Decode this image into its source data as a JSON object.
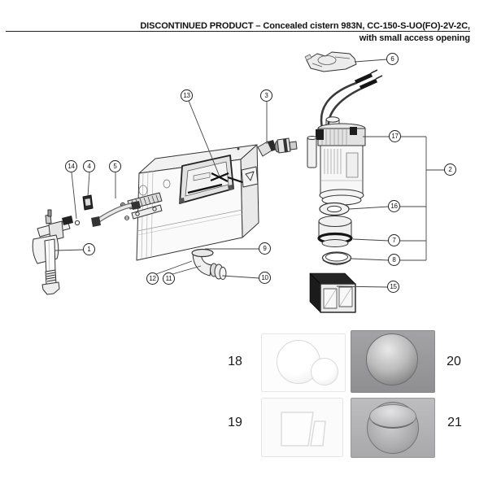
{
  "header": {
    "title_line1": "DISCONTINUED PRODUCT – Concealed cistern 983N, CC-150-S-UO(FO)-2V-2C,",
    "title_line2": "with small access opening"
  },
  "diagram": {
    "description": "Exploded parts diagram of concealed cistern",
    "callouts": [
      "1",
      "2",
      "3",
      "4",
      "5",
      "6",
      "7",
      "8",
      "9",
      "10",
      "11",
      "12",
      "13",
      "14",
      "15",
      "16",
      "17"
    ]
  },
  "plates": {
    "labels": [
      "18",
      "19",
      "20",
      "21"
    ]
  },
  "colors": {
    "line_art": "#333333",
    "plate_white": "#fdfdfd",
    "plate_gray_dark": "#98989a",
    "plate_gray_light": "#b4b4b6",
    "protection_box_dark": "#1b1b1b"
  }
}
